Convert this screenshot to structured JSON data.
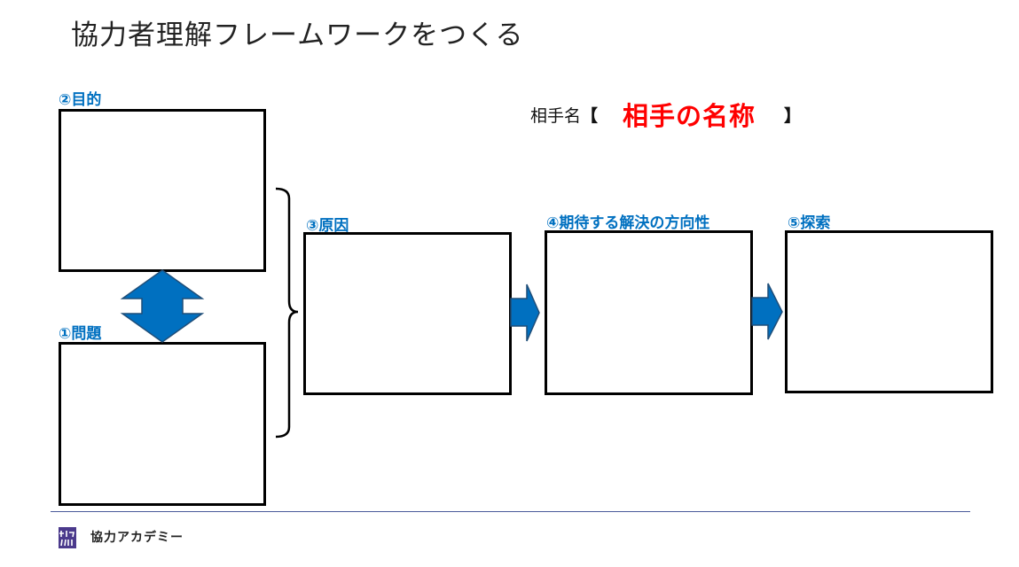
{
  "title": "協力者理解フレームワークをつくる",
  "partner": {
    "label": "相手名",
    "open_bracket": "【",
    "name": "相手の名称",
    "close_bracket": "】"
  },
  "steps": {
    "purpose": "②目的",
    "problem": "①問題",
    "cause": "③原因",
    "direction": "④期待する解決の方向性",
    "search": "⑤探索"
  },
  "footer": {
    "company": "協力アカデミー"
  },
  "colors": {
    "accent_blue": "#0070c0",
    "partner_red": "#ff0000",
    "footer_line": "#4a5a9a",
    "logo_purple": "#4b3a8c"
  }
}
